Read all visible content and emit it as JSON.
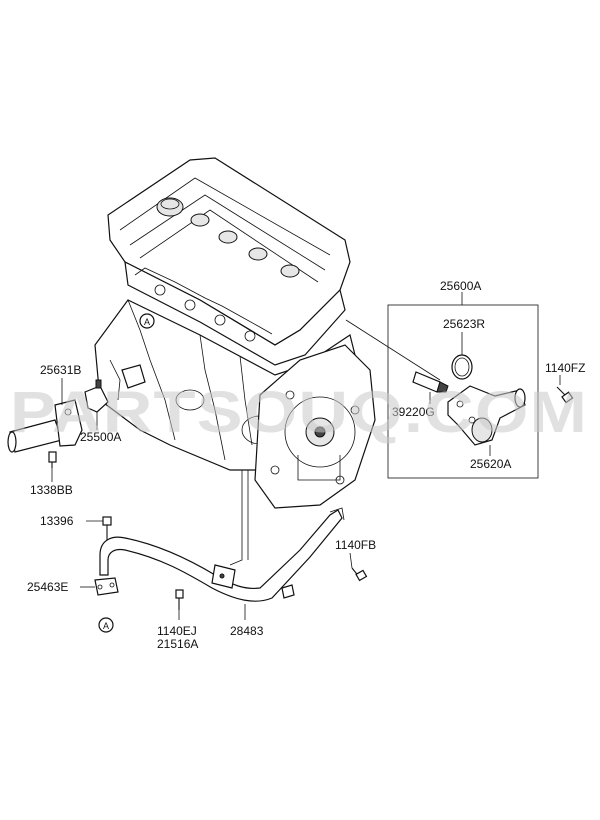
{
  "watermark": "PARTSOUQ.COM",
  "callouts": {
    "p25600A": "25600A",
    "p25623R": "25623R",
    "p1140FZ": "1140FZ",
    "p39220G": "39220G",
    "p25620A": "25620A",
    "p25631B": "25631B",
    "p25500A": "25500A",
    "p1338BB": "1338BB",
    "p13396": "13396",
    "p1140FB": "1140FB",
    "p25463E": "25463E",
    "p1140EJ": "1140EJ",
    "p21516A": "21516A",
    "p28483": "28483"
  },
  "reference_marks": {
    "top": "A",
    "bottom": "A"
  }
}
